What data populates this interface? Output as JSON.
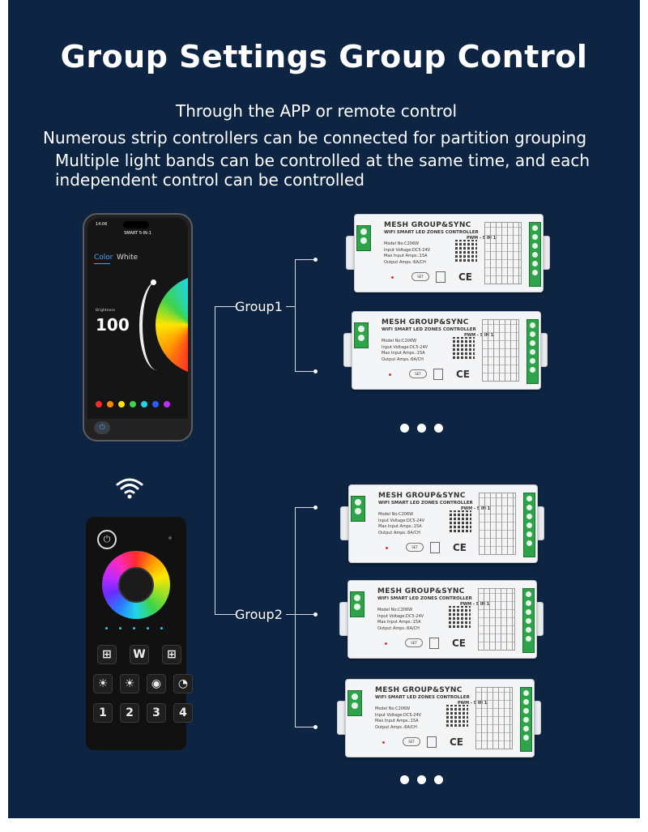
{
  "title": "Group Settings Group Control",
  "subtitles": [
    "Through the APP or remote control",
    "Numerous strip controllers can be connected for partition grouping",
    "Multiple light bands can be controlled at the same time, and each",
    "independent control can be controlled"
  ],
  "groups": [
    {
      "label": "Group1"
    },
    {
      "label": "Group2"
    }
  ],
  "controller": {
    "name": "MESH GROUP&SYNC",
    "subtitle": "WIFI SMART LED ZONES CONTROLLER",
    "type": "PWM - 5 IN 1",
    "specs": [
      "Model No:C206W",
      "Input Voltage:DC5-24V",
      "Max Input Amps.:15A",
      "Output Amps.:6A/CH"
    ],
    "set_label": "SET",
    "ce_label": "CE"
  },
  "phone": {
    "time": "14:06",
    "header": "SMART 5-IN-1",
    "tab_color": "Color",
    "tab_white": "White",
    "brightness_label": "Brightness",
    "brightness_value": "100",
    "swatches": [
      "#ff2a2a",
      "#ff8a00",
      "#ffe600",
      "#3dd34a",
      "#1fd6e6",
      "#2a5cff",
      "#c02aff"
    ]
  },
  "remote": {
    "power_icon": "power-icon",
    "row1": [
      "⊞",
      "W",
      "⊞"
    ],
    "row2": [
      "☀",
      "☀",
      "◉",
      "◔"
    ],
    "row3": [
      "1",
      "2",
      "3",
      "4"
    ]
  },
  "colors": {
    "background": "#0d2542",
    "terminal": "#2ea44a"
  }
}
